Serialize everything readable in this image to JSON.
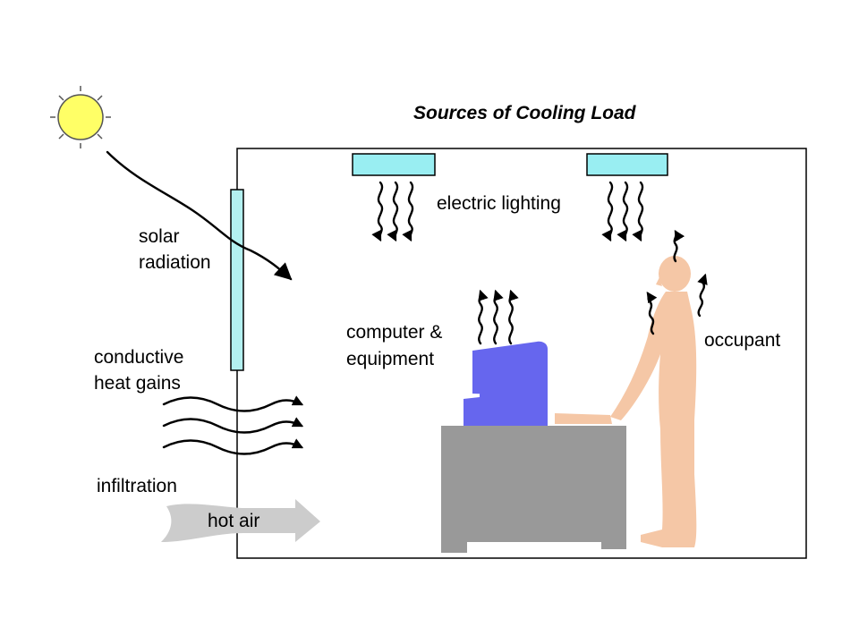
{
  "title": "Sources of Cooling Load",
  "labels": {
    "solar_line1": "solar",
    "solar_line2": "radiation",
    "conductive_line1": "conductive",
    "conductive_line2": "heat gains",
    "infiltration": "infiltration",
    "hot_air": "hot air",
    "electric_lighting": "electric lighting",
    "computer_line1": "computer &",
    "computer_line2": "equipment",
    "occupant": "occupant"
  },
  "colors": {
    "sun_fill": "#ffff66",
    "sun_stroke": "#555555",
    "window": "#b3f0f0",
    "light_fixture": "#99eef2",
    "monitor": "#6666ee",
    "desk": "#999999",
    "person": "#f5c7a6",
    "hot_air_arrow": "#cccccc",
    "room_outline": "#000000"
  }
}
